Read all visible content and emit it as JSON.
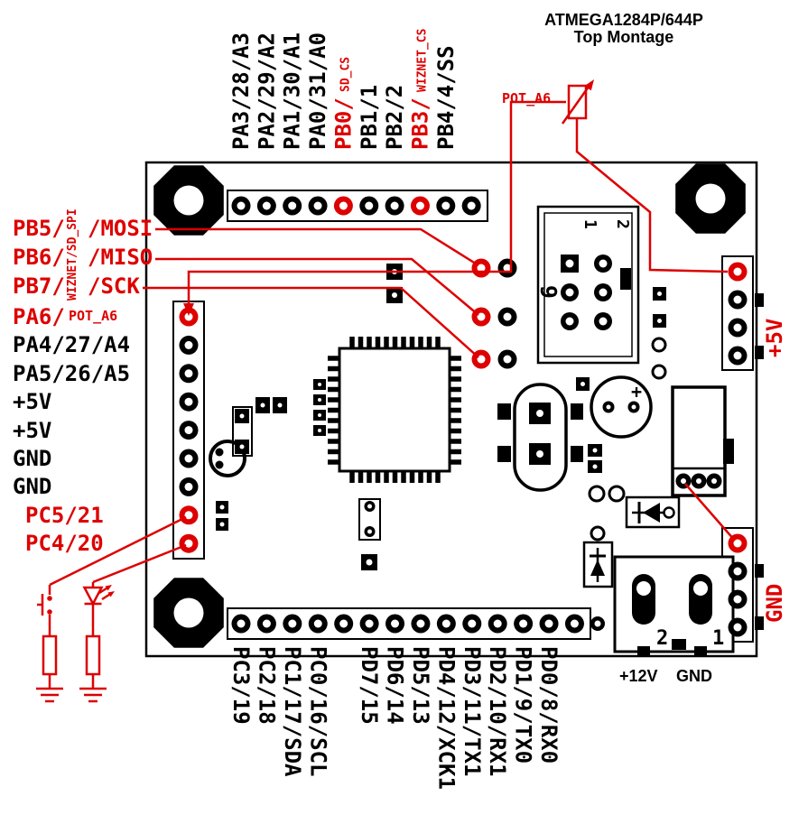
{
  "title": {
    "line1": "ATMEGA1284P/644P",
    "line2": "Top Montage"
  },
  "colors": {
    "red": "#dd0000",
    "black": "#000000",
    "board": "#ffffff"
  },
  "top_labels": [
    {
      "text": "PA3/28/A3"
    },
    {
      "text": "PA2/29/A2"
    },
    {
      "text": "PA1/30/A1"
    },
    {
      "text": "PA0/31/A0"
    },
    {
      "text": "PB0/",
      "sub": "SD_CS",
      "red": true
    },
    {
      "text": "PB1/1"
    },
    {
      "text": "PB2/2"
    },
    {
      "text": "PB3/",
      "sub": "WIZNET_CS",
      "red": true
    },
    {
      "text": "PB4/4/SS"
    }
  ],
  "left_labels": {
    "spi_group_label": "WIZNET/SD_SPI",
    "spi": [
      {
        "pre": "PB5/",
        "post": "/MOSI"
      },
      {
        "pre": "PB6/",
        "post": "/MISO"
      },
      {
        "pre": "PB7/",
        "post": "/SCK"
      }
    ],
    "pa6_pre": "PA6/",
    "pa6_sub": "POT_A6",
    "others": [
      "PA4/27/A4",
      "PA5/26/A5",
      "+5V",
      "+5V",
      "GND",
      "GND"
    ],
    "pc": [
      "PC5/21",
      "PC4/20"
    ]
  },
  "bottom_labels": [
    "PC3/19",
    "PC2/18",
    "PC1/17/SDA",
    "PC0/16/SCL",
    "PD7/15",
    "PD6/14",
    "PD5/13",
    "PD4/12/XCK1",
    "PD3/11/TX1",
    "PD2/10/RX1",
    "PD1/9/TX0",
    "PD0/8/RX0"
  ],
  "right_labels": {
    "top": "+5V",
    "bottom": "GND"
  },
  "annotations": {
    "pot": "POT_A6",
    "cap_plus": "+"
  },
  "isp_connector": {
    "pin1": "1",
    "pin2": "2",
    "pin6": "6"
  },
  "power_connector": {
    "pin2": "2",
    "pin1": "1",
    "label_12v": "+12V",
    "label_gnd": "GND"
  }
}
